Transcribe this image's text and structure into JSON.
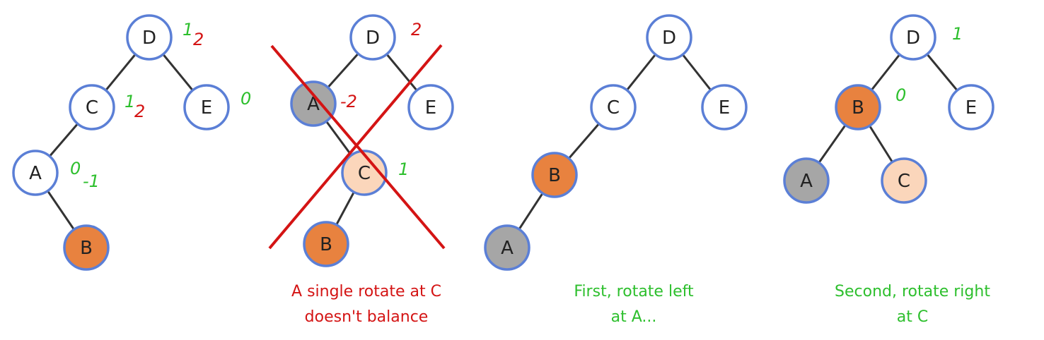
{
  "colors": {
    "node_fill_default": "#ffffff",
    "node_fill_orange": "#e8823f",
    "node_fill_gray": "#a6a6a6",
    "node_fill_peach": "#fbd6bb",
    "node_stroke": "#5b7fd6",
    "annotation_green": "#2dbf2d",
    "annotation_red": "#d41414",
    "cross_red": "#d41414"
  },
  "panels": [
    {
      "id": "original",
      "nodes": [
        {
          "label": "D",
          "fill": "default"
        },
        {
          "label": "C",
          "fill": "default"
        },
        {
          "label": "E",
          "fill": "default"
        },
        {
          "label": "A",
          "fill": "default"
        },
        {
          "label": "B",
          "fill": "orange"
        }
      ],
      "annotations": [
        {
          "text": "1",
          "color": "green"
        },
        {
          "text": "2",
          "color": "red"
        },
        {
          "text": "1",
          "color": "green"
        },
        {
          "text": "2",
          "color": "red"
        },
        {
          "text": "0",
          "color": "green"
        },
        {
          "text": "0",
          "color": "green"
        },
        {
          "text": "-1",
          "color": "green"
        }
      ]
    },
    {
      "id": "single-rotate",
      "nodes": [
        {
          "label": "D",
          "fill": "default"
        },
        {
          "label": "A",
          "fill": "gray"
        },
        {
          "label": "E",
          "fill": "default"
        },
        {
          "label": "C",
          "fill": "peach"
        },
        {
          "label": "B",
          "fill": "orange"
        }
      ],
      "annotations": [
        {
          "text": "2",
          "color": "red"
        },
        {
          "text": "-2",
          "color": "red"
        },
        {
          "text": "1",
          "color": "green"
        }
      ],
      "crossed_out": true,
      "caption": {
        "lines": [
          "A single rotate at C",
          "doesn't balance"
        ],
        "color": "#d41414"
      }
    },
    {
      "id": "rotate-left",
      "nodes": [
        {
          "label": "D",
          "fill": "default"
        },
        {
          "label": "C",
          "fill": "default"
        },
        {
          "label": "E",
          "fill": "default"
        },
        {
          "label": "B",
          "fill": "orange"
        },
        {
          "label": "A",
          "fill": "gray"
        }
      ],
      "annotations": [],
      "caption": {
        "lines": [
          "First, rotate left",
          "at A..."
        ],
        "color": "#2dbf2d"
      }
    },
    {
      "id": "rotate-right",
      "nodes": [
        {
          "label": "D",
          "fill": "default"
        },
        {
          "label": "B",
          "fill": "orange"
        },
        {
          "label": "E",
          "fill": "default"
        },
        {
          "label": "A",
          "fill": "gray"
        },
        {
          "label": "C",
          "fill": "peach"
        }
      ],
      "annotations": [
        {
          "text": "1",
          "color": "green"
        },
        {
          "text": "0",
          "color": "green"
        }
      ],
      "caption": {
        "lines": [
          "Second, rotate right",
          "at C"
        ],
        "color": "#2dbf2d"
      }
    }
  ]
}
